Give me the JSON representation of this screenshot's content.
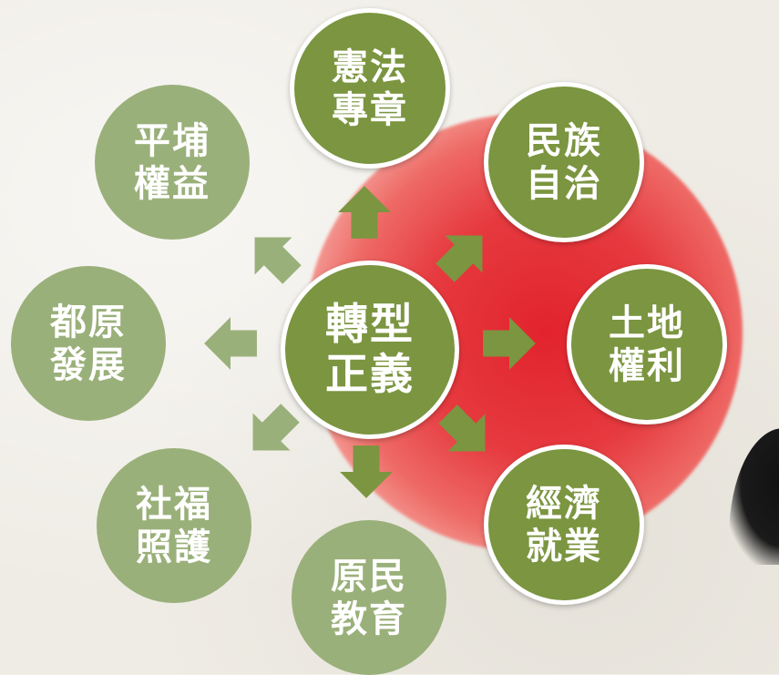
{
  "center": {
    "line1": "轉型",
    "line2": "正義"
  },
  "nodes": {
    "top": {
      "line1": "憲法",
      "line2": "專章"
    },
    "top_right": {
      "line1": "民族",
      "line2": "自治"
    },
    "right": {
      "line1": "土地",
      "line2": "權利"
    },
    "bottom_right": {
      "line1": "經濟",
      "line2": "就業"
    },
    "bottom": {
      "line1": "原民",
      "line2": "教育"
    },
    "bottom_left": {
      "line1": "社福",
      "line2": "照護"
    },
    "left": {
      "line1": "都原",
      "line2": "發展"
    },
    "top_left": {
      "line1": "平埔",
      "line2": "權益"
    }
  },
  "colors": {
    "dark_green": "#7b9540",
    "light_green": "#9ab07a",
    "red_blob": "#e2232d",
    "background": "#efece5"
  }
}
